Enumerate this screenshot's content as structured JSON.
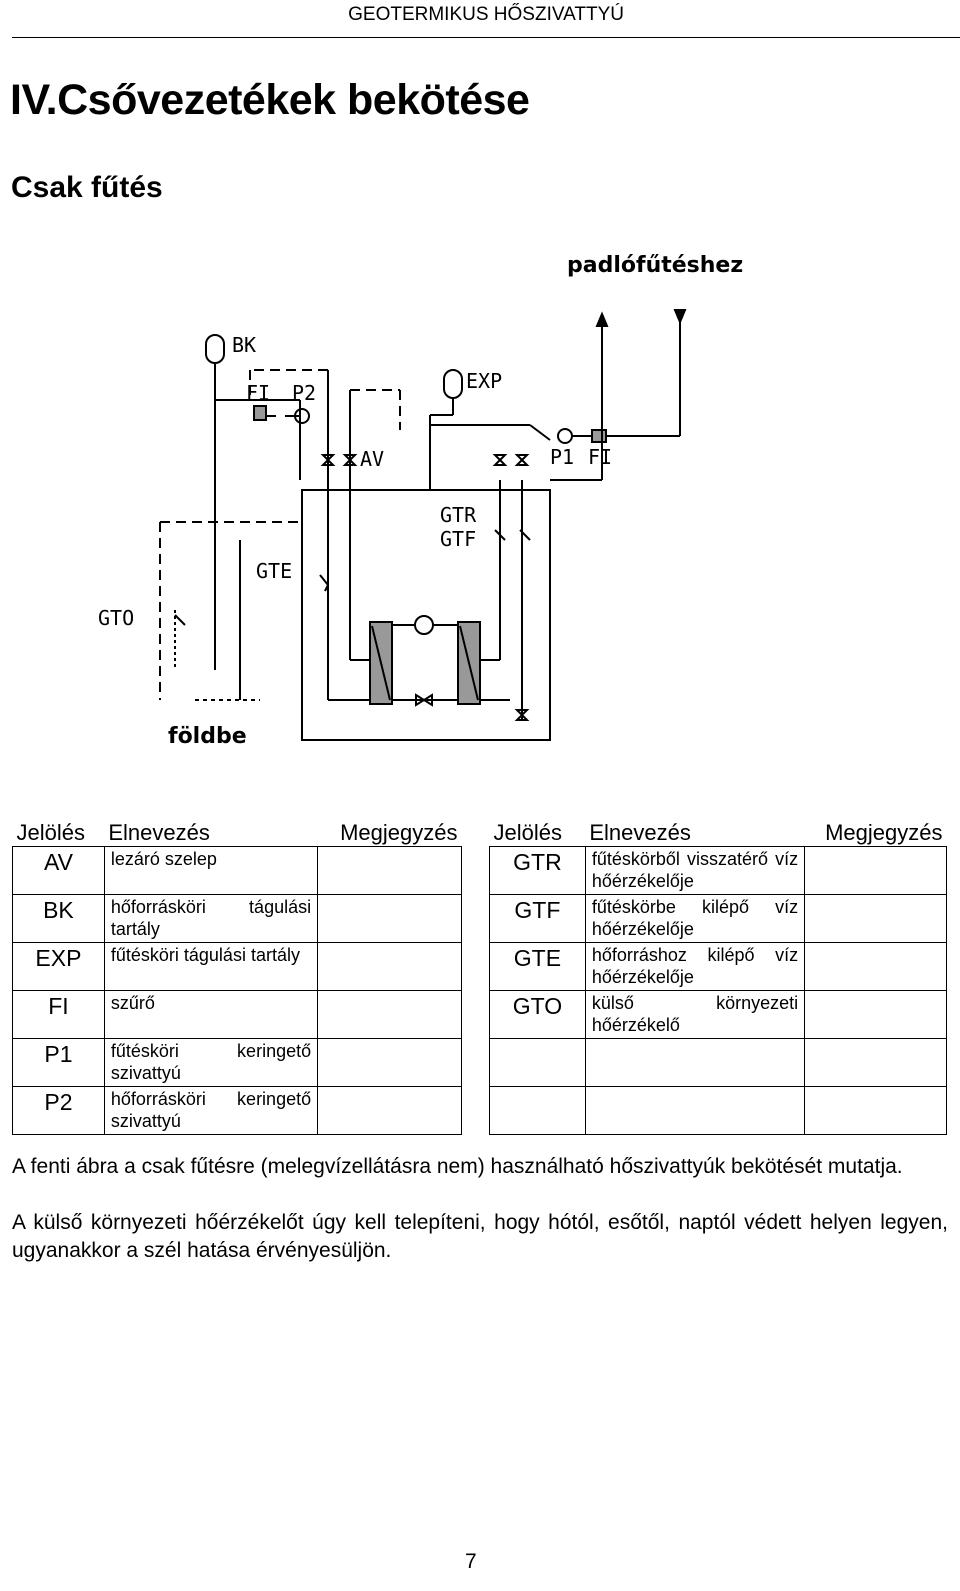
{
  "header": {
    "title": "GEOTERMIKUS HŐSZIVATTYÚ"
  },
  "chapter_title": "IV.Csővezetékek bekötése",
  "section_title": "Csak fűtés",
  "diagram": {
    "labels": {
      "to_floor_heating": "padlófűtéshez",
      "to_ground": "földbe",
      "bk": "BK",
      "fi_left": "FI",
      "p2": "P2",
      "av": "AV",
      "exp": "EXP",
      "p1": "P1",
      "fi_right": "FI",
      "gtr": "GTR",
      "gtf": "GTF",
      "gte": "GTE",
      "gto": "GTO"
    }
  },
  "legend": {
    "headers": {
      "code": "Jelölés",
      "name": "Elnevezés",
      "note": "Megjegyzés"
    },
    "left_rows": [
      {
        "code": "AV",
        "name": "lezáró szelep"
      },
      {
        "code": "BK",
        "name": "hőforrásköri tágulási tartály"
      },
      {
        "code": "EXP",
        "name": "fűtésköri tágulási tartály"
      },
      {
        "code": "FI",
        "name": "szűrő"
      },
      {
        "code": "P1",
        "name": "fűtésköri keringető szivattyú"
      },
      {
        "code": "P2",
        "name": "hőforrásköri keringető szivattyú"
      }
    ],
    "right_rows": [
      {
        "code": "GTR",
        "name": "fűtéskörből visszatérő víz hőérzékelője"
      },
      {
        "code": "GTF",
        "name": "fűtéskörbe kilépő víz hőérzékelője"
      },
      {
        "code": "GTE",
        "name": "hőforráshoz kilépő víz hőérzékelője"
      },
      {
        "code": "GTO",
        "name": "külső környezeti hőérzékelő"
      },
      {
        "code": "",
        "name": ""
      },
      {
        "code": "",
        "name": ""
      }
    ]
  },
  "paragraphs": [
    "A fenti ábra a csak fűtésre (melegvízellátásra nem) használható hőszivattyúk bekötését mutatja.",
    "A külső környezeti hőérzékelőt úgy kell telepíteni, hogy hótól, esőtől, naptól védett helyen legyen, ugyanakkor a szél hatása érvényesüljön."
  ],
  "page_number": "7"
}
